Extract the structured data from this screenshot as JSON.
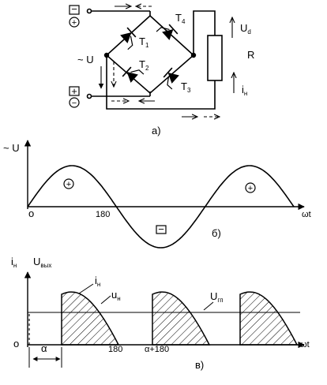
{
  "circuit": {
    "caption": "а)",
    "ac_label": "~ U",
    "top_terminal_signs": [
      "−",
      "+"
    ],
    "bottom_terminal_signs": [
      "+",
      "−"
    ],
    "thyristors": [
      {
        "name": "T",
        "sub": "1"
      },
      {
        "name": "T",
        "sub": "2"
      },
      {
        "name": "T",
        "sub": "3"
      },
      {
        "name": "T",
        "sub": "4"
      }
    ],
    "load_label": "R",
    "voltage_out": {
      "name": "U",
      "sub": "d"
    },
    "load_current": {
      "name": "i",
      "sub": "н"
    }
  },
  "voltage_plot": {
    "caption": "б)",
    "y_label": "~ U",
    "x_label": "ωt",
    "origin_label": "o",
    "tick_180": "180",
    "plus_sign": "+",
    "minus_sign": "−"
  },
  "current_plot": {
    "caption": "в)",
    "y_label_current": {
      "name": "i",
      "sub": "н"
    },
    "y_label_voltage": {
      "name": "U",
      "sub": "вых"
    },
    "x_label": "ωt",
    "origin_label": "o",
    "alpha_label": "α",
    "tick_180": "180",
    "tick_alpha_180": "α+180",
    "curve_i": {
      "name": "i",
      "sub": "н"
    },
    "curve_u": {
      "name": "u",
      "sub": "н"
    },
    "mean_line": {
      "name": "U",
      "sub": "гп"
    }
  }
}
